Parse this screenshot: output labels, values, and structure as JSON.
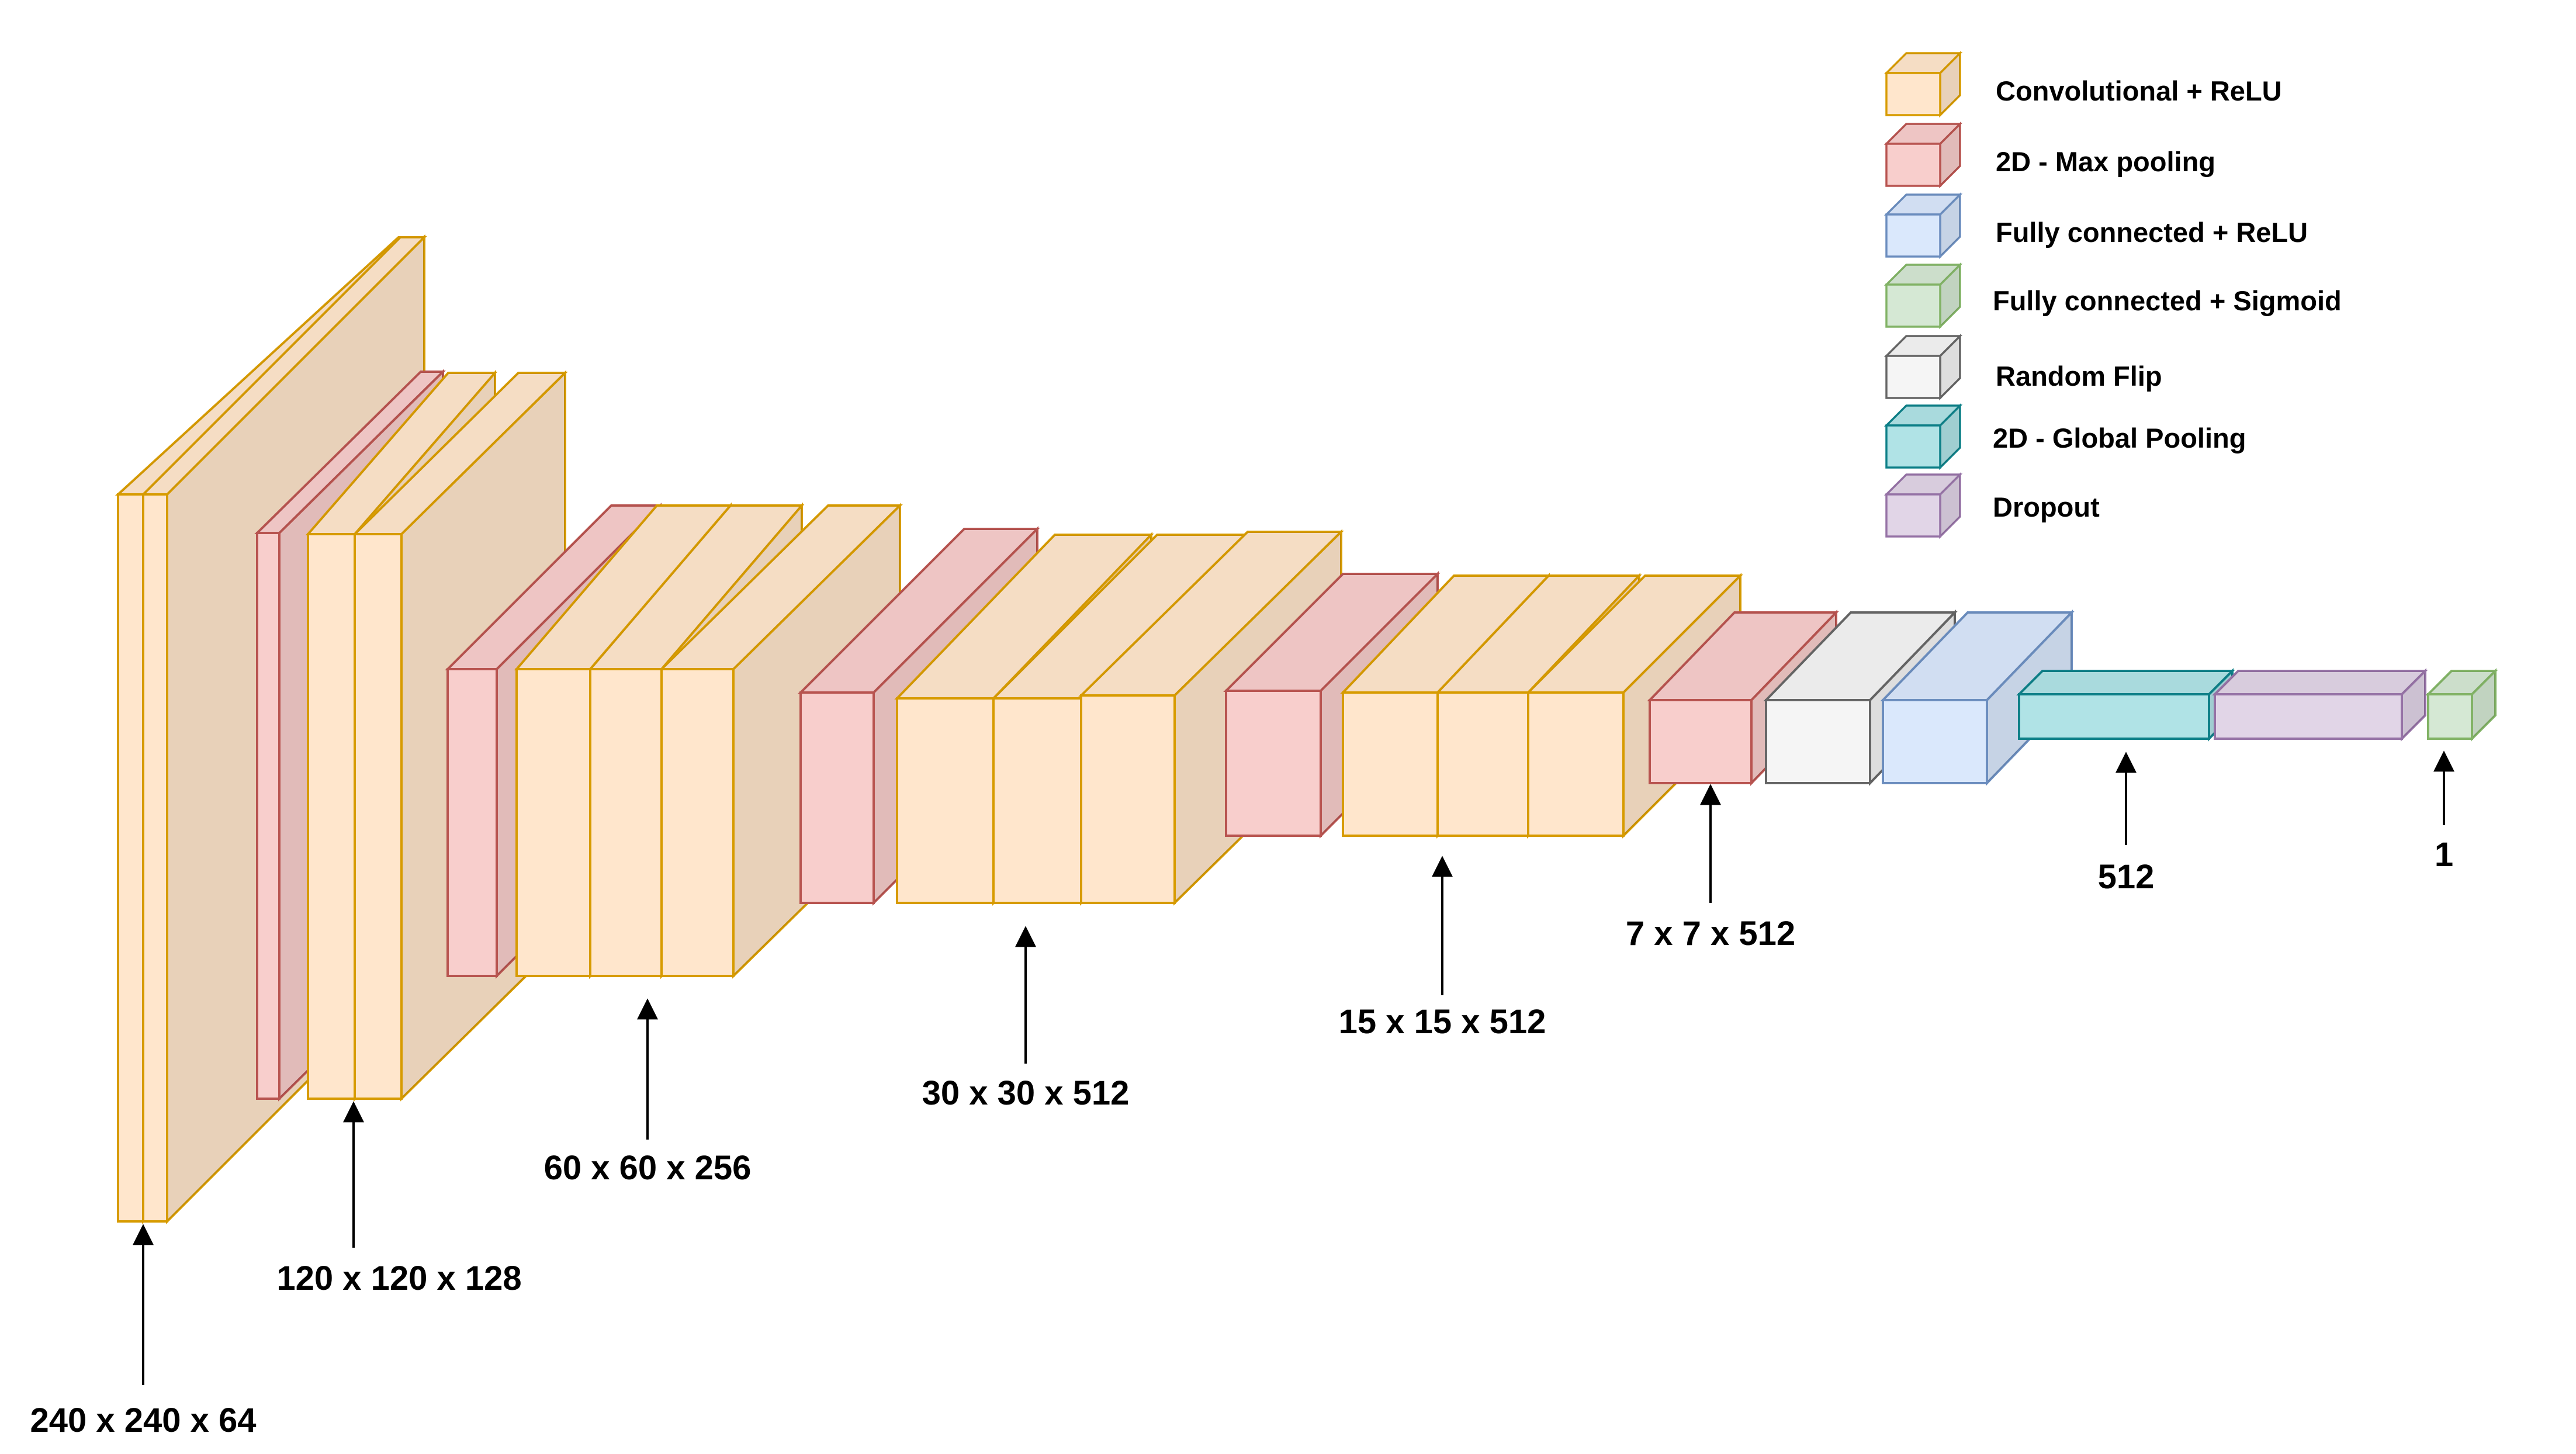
{
  "colors": {
    "conv": {
      "fill": "#ffe6cc",
      "stroke": "#d79b00"
    },
    "pool": {
      "fill": "#f8cecc",
      "stroke": "#b85450"
    },
    "fc_relu": {
      "fill": "#dae8fc",
      "stroke": "#6c8ebf"
    },
    "fc_sig": {
      "fill": "#d5e8d4",
      "stroke": "#82b366"
    },
    "flip": {
      "fill": "#f5f5f5",
      "stroke": "#666666"
    },
    "gpool": {
      "fill": "#b0e3e6",
      "stroke": "#0e8088"
    },
    "dropout": {
      "fill": "#e1d5e7",
      "stroke": "#9673a6"
    }
  },
  "legend": [
    {
      "key": "conv",
      "label": "Convolutional + ReLU",
      "icon": "conv-block-icon"
    },
    {
      "key": "pool",
      "label": "2D - Max pooling",
      "icon": "pool-block-icon"
    },
    {
      "key": "fc_relu",
      "label": "Fully connected + ReLU",
      "icon": "fc-relu-block-icon"
    },
    {
      "key": "fc_sig",
      "label": "Fully connected + Sigmoid",
      "icon": "fc-sigmoid-block-icon"
    },
    {
      "key": "flip",
      "label": "Random Flip",
      "icon": "random-flip-block-icon"
    },
    {
      "key": "gpool",
      "label": "2D - Global Pooling",
      "icon": "global-pool-block-icon"
    },
    {
      "key": "dropout",
      "label": "Dropout",
      "icon": "dropout-block-icon"
    }
  ],
  "dimension_labels": [
    "240 x 240 x 64",
    "120 x 120 x 128",
    "60 x 60 x 256",
    "30 x 30 x 512",
    "15 x 15 x 512",
    "7 x 7 x 512",
    "512",
    "1"
  ]
}
